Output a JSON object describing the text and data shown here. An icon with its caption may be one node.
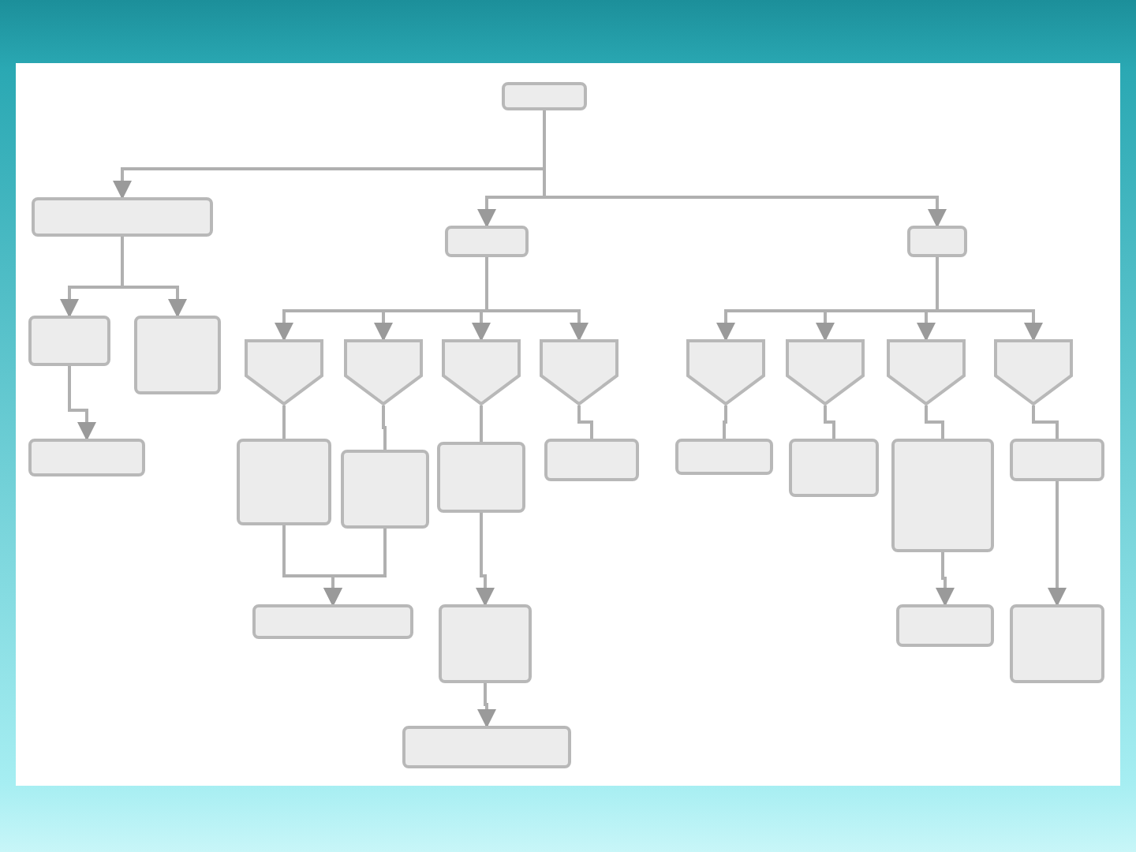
{
  "diagram": {
    "nodes": [
      {
        "text": [],
        "shape": "box"
      },
      {
        "text": [],
        "shape": "box"
      },
      {
        "text": [],
        "shape": "box"
      },
      {
        "text": [],
        "shape": "box"
      },
      {
        "text": [],
        "shape": "box"
      },
      {
        "text": [],
        "shape": "box"
      },
      {
        "text": [],
        "shape": "pentagon"
      },
      {
        "text": [],
        "shape": "pentagon"
      },
      {
        "text": [],
        "shape": "pentagon"
      },
      {
        "text": [],
        "shape": "pentagon"
      },
      {
        "text": [],
        "shape": "pentagon"
      },
      {
        "text": [],
        "shape": "pentagon"
      },
      {
        "text": [],
        "shape": "pentagon"
      },
      {
        "text": [],
        "shape": "pentagon"
      },
      {
        "text": [],
        "shape": "box"
      },
      {
        "text": [],
        "shape": "box"
      },
      {
        "text": [],
        "shape": "box"
      },
      {
        "text": [],
        "shape": "box"
      },
      {
        "text": [],
        "shape": "box"
      },
      {
        "text": [],
        "shape": "box"
      },
      {
        "text": [],
        "shape": "box"
      },
      {
        "text": [],
        "shape": "box"
      },
      {
        "text": [],
        "shape": "box"
      },
      {
        "text": [],
        "shape": "box"
      },
      {
        "text": [],
        "shape": "box"
      },
      {
        "text": [],
        "shape": "box"
      },
      {
        "text": [],
        "shape": "box"
      },
      {
        "text": [],
        "shape": "box"
      }
    ],
    "edges": [
      {
        "from": 0,
        "to": 1,
        "arrow": "to"
      },
      {
        "from": 0,
        "to": 2,
        "arrow": "to"
      },
      {
        "from": 0,
        "to": 3,
        "arrow": "to"
      },
      {
        "from": 1,
        "to": 4,
        "arrow": "to"
      },
      {
        "from": 1,
        "to": 5,
        "arrow": "to"
      },
      {
        "from": 2,
        "to": 6,
        "arrow": "to"
      },
      {
        "from": 2,
        "to": 7,
        "arrow": "to"
      },
      {
        "from": 2,
        "to": 8,
        "arrow": "to"
      },
      {
        "from": 2,
        "to": 9,
        "arrow": "to"
      },
      {
        "from": 3,
        "to": 10,
        "arrow": "to"
      },
      {
        "from": 3,
        "to": 11,
        "arrow": "to"
      },
      {
        "from": 3,
        "to": 12,
        "arrow": "to"
      },
      {
        "from": 3,
        "to": 13,
        "arrow": "to"
      },
      {
        "from": 4,
        "to": 14,
        "arrow": "to"
      },
      {
        "from": 6,
        "to": 15,
        "arrow": "none"
      },
      {
        "from": 7,
        "to": 16,
        "arrow": "none"
      },
      {
        "from": 8,
        "to": 17,
        "arrow": "none"
      },
      {
        "from": 9,
        "to": 18,
        "arrow": "none"
      },
      {
        "from": 10,
        "to": 19,
        "arrow": "none"
      },
      {
        "from": 11,
        "to": 20,
        "arrow": "none"
      },
      {
        "from": 12,
        "to": 21,
        "arrow": "none"
      },
      {
        "from": 13,
        "to": 22,
        "arrow": "none"
      },
      {
        "from": 15,
        "to": 23,
        "arrow": "to"
      },
      {
        "from": 16,
        "to": 23,
        "arrow": "to"
      },
      {
        "from": 17,
        "to": 24,
        "arrow": "to"
      },
      {
        "from": 21,
        "to": 25,
        "arrow": "to"
      },
      {
        "from": 22,
        "to": 26,
        "arrow": "to"
      },
      {
        "from": 24,
        "to": 27,
        "arrow": "to"
      }
    ]
  }
}
